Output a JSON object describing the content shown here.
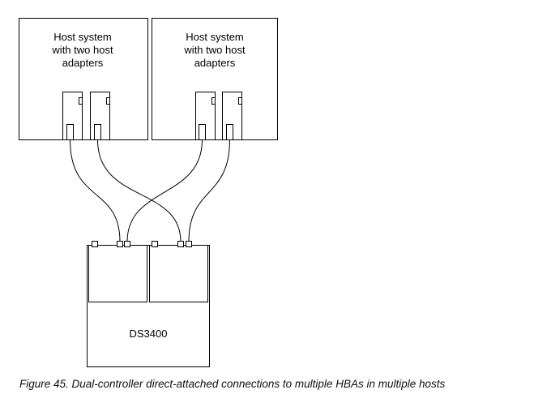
{
  "hosts": [
    {
      "label_lines": [
        "Host system",
        "with two host",
        "adapters"
      ]
    },
    {
      "label_lines": [
        "Host system",
        "with two host",
        "adapters"
      ]
    }
  ],
  "storage": {
    "label": "DS3400"
  },
  "caption": "Figure 45. Dual-controller direct-attached connections to multiple HBAs in multiple hosts",
  "colors": {
    "line": "#000000",
    "background": "#ffffff"
  }
}
